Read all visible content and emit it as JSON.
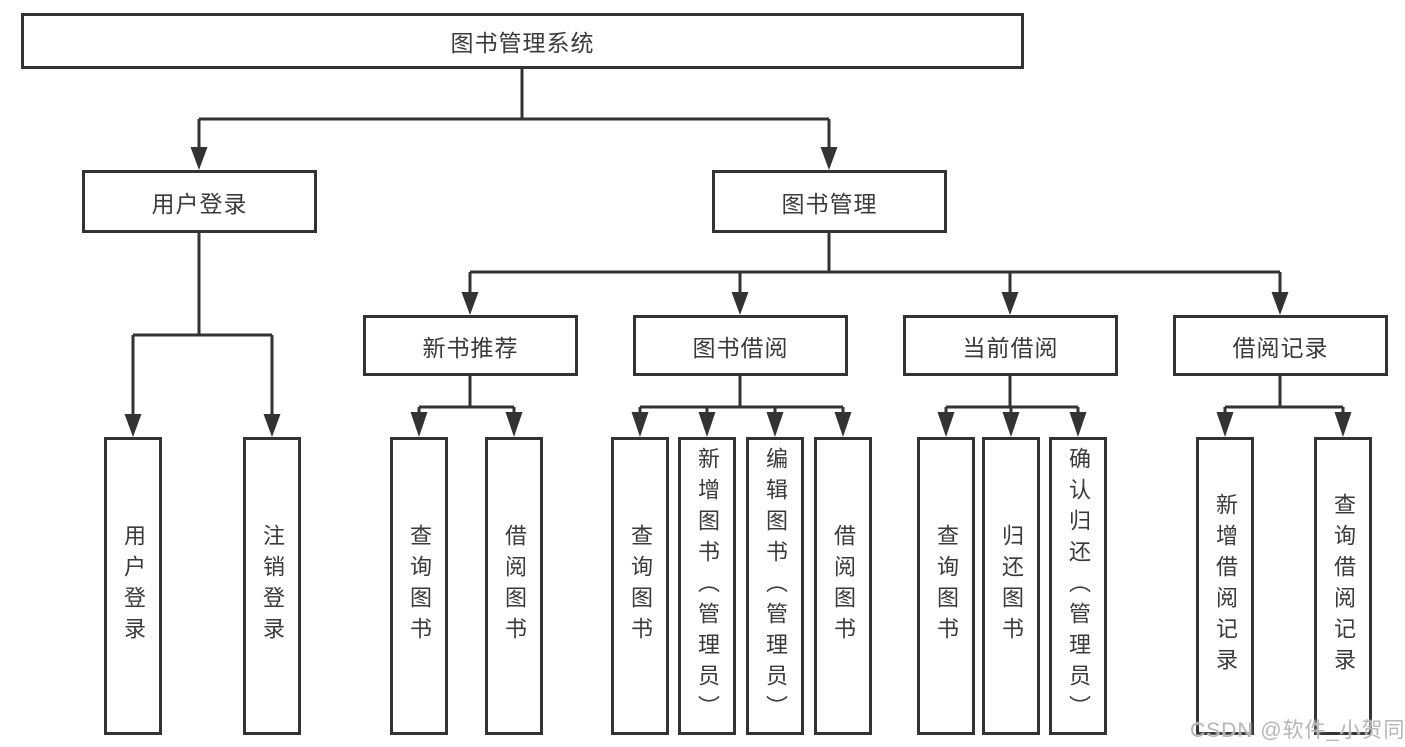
{
  "diagram": {
    "tree": {
      "label": "图书管理系统",
      "children": [
        {
          "label": "用户登录",
          "children": [
            {
              "label": "用户登录"
            },
            {
              "label": "注销登录"
            }
          ]
        },
        {
          "label": "图书管理",
          "children": [
            {
              "label": "新书推荐",
              "children": [
                {
                  "label": "查询图书"
                },
                {
                  "label": "借阅图书"
                }
              ]
            },
            {
              "label": "图书借阅",
              "children": [
                {
                  "label": "查询图书"
                },
                {
                  "label": "新增图书（管理员）"
                },
                {
                  "label": "编辑图书（管理员）"
                },
                {
                  "label": "借阅图书"
                }
              ]
            },
            {
              "label": "当前借阅",
              "children": [
                {
                  "label": "查询图书"
                },
                {
                  "label": "归还图书"
                },
                {
                  "label": "确认归还（管理员）"
                }
              ]
            },
            {
              "label": "借阅记录",
              "children": [
                {
                  "label": "新增借阅记录"
                },
                {
                  "label": "查询借阅记录"
                }
              ]
            }
          ]
        }
      ]
    },
    "colors": {
      "line": "#333333",
      "text": "#3a3a3a",
      "box_fill": "#ffffff",
      "background": "#ffffff",
      "watermark": "#b5b5b5"
    }
  },
  "watermark": {
    "text": "CSDN @软件_小贺同学"
  }
}
